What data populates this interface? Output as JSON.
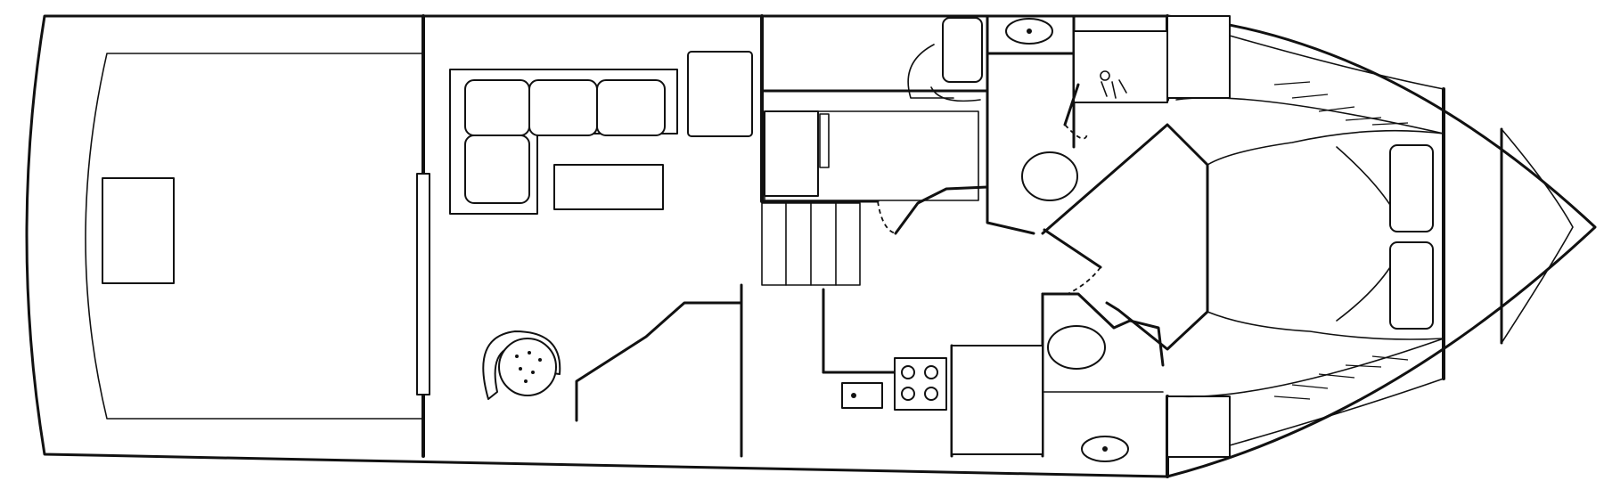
{
  "diagram": {
    "type": "boat-deck-floorplan",
    "orientation": "bow-right",
    "colors": {
      "line": "#111111",
      "background": "#ffffff"
    },
    "rooms": [
      "aft-deck",
      "salon",
      "guest-stateroom",
      "galley",
      "head-port",
      "head-starboard",
      "forward-stateroom"
    ],
    "text_labels": []
  }
}
